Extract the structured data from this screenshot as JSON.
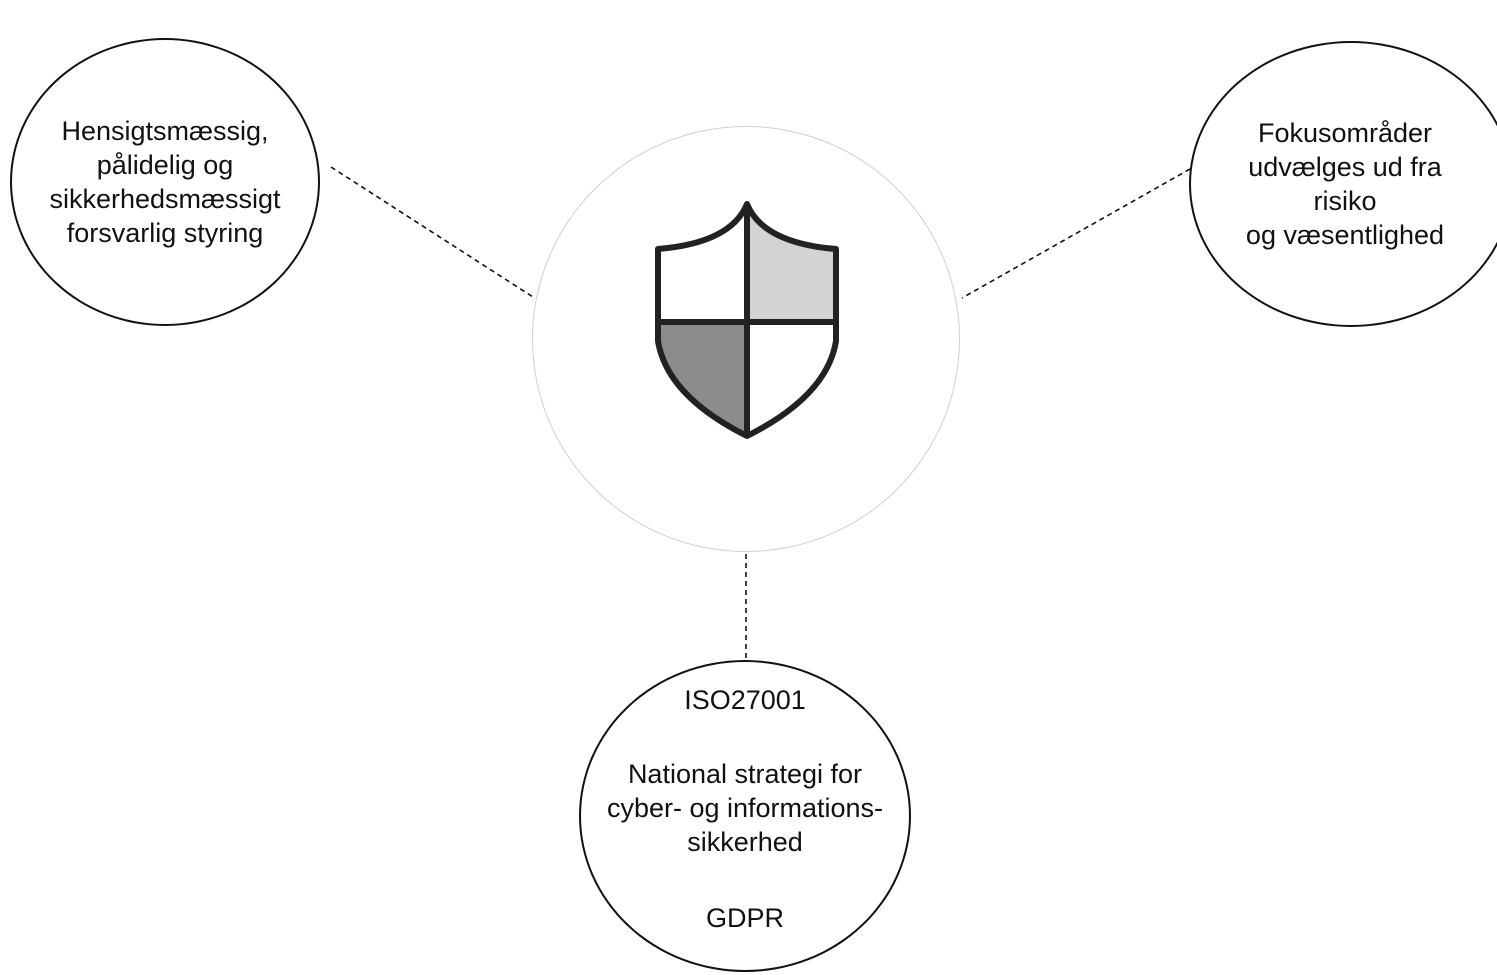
{
  "diagram": {
    "center": {
      "icon": "shield-icon",
      "colors": {
        "outline": "#222222",
        "light_quadrant": "#d3d3d3",
        "dark_quadrant": "#8c8c8c",
        "white": "#ffffff"
      }
    },
    "nodes": {
      "left": {
        "lines": [
          "Hensigtsmæssig,",
          "pålidelig og",
          "sikkerhedsmæssigt",
          "forsvarlig styring"
        ]
      },
      "right": {
        "lines": [
          "Fokusområder",
          "udvælges ud fra risiko",
          "og væsentlighed"
        ]
      },
      "bottom": {
        "heading": "ISO27001",
        "middle_lines": [
          "National strategi for",
          "cyber- og informations-",
          "sikkerhed"
        ],
        "footer": "GDPR"
      }
    },
    "connector_style": "dashed"
  }
}
